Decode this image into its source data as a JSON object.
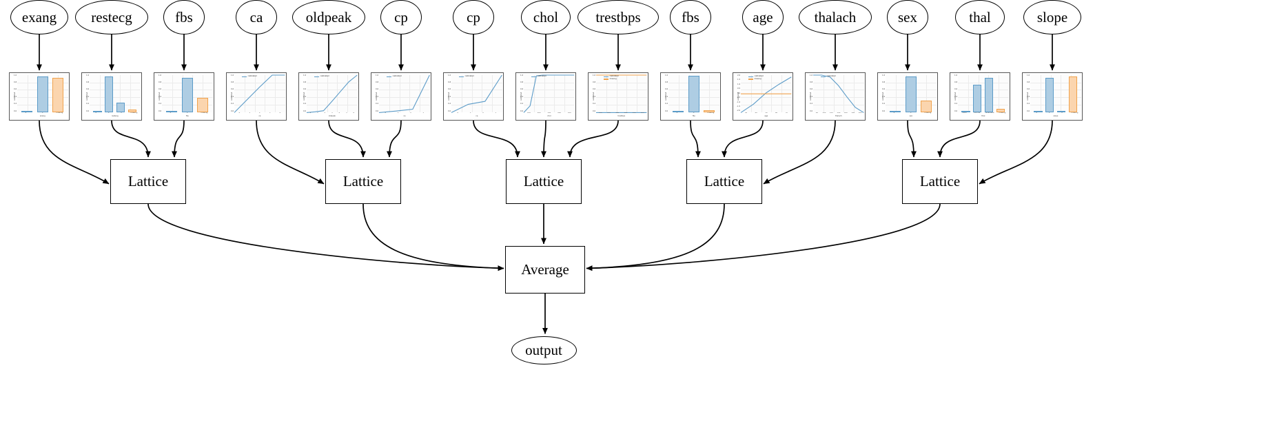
{
  "diagram": {
    "type": "calibrated-lattice-model-graph",
    "output_node": {
      "label": "output",
      "shape": "ellipse"
    },
    "aggregate_node": {
      "label": "Average",
      "shape": "box"
    },
    "lattice_label": "Lattice",
    "lattice_count": 5,
    "feature_count": 15,
    "colors": {
      "calibrated_line": "#5b9bc8",
      "calibrated_fill": "#aecde3",
      "missing_line": "#f0a24c",
      "missing_fill": "#fbd5ae",
      "node_stroke": "#000000",
      "plot_border": "#555555",
      "grid": "#ebebeb",
      "background": "#ffffff"
    },
    "legend_labels": {
      "calibrated": "calibrated",
      "missing": "missing"
    }
  },
  "features": [
    {
      "name": "exang",
      "lattice": 0,
      "ylabel": "calibrated",
      "xlabel": "exang",
      "yticks": [
        "1.0",
        "0.8",
        "0.6",
        "0.4",
        "0.2",
        "0.0"
      ],
      "xticks": [
        "0",
        "1",
        "missing"
      ],
      "chart_data": {
        "type": "bar",
        "categories": [
          "0",
          "1",
          "missing"
        ],
        "values": [
          0.0,
          0.96,
          0.92
        ],
        "series_kind": [
          "cal",
          "cal",
          "miss"
        ],
        "ylim": [
          0,
          1
        ]
      }
    },
    {
      "name": "restecg",
      "lattice": 0,
      "ylabel": "calibrated",
      "xlabel": "restecg",
      "yticks": [
        "1.0",
        "0.8",
        "0.6",
        "0.4",
        "0.2",
        "0.0"
      ],
      "xticks": [
        "0",
        "1",
        "2",
        "missing"
      ],
      "chart_data": {
        "type": "bar",
        "categories": [
          "0",
          "1",
          "2",
          "missing"
        ],
        "values": [
          0.0,
          0.95,
          0.26,
          0.07
        ],
        "series_kind": [
          "cal",
          "cal",
          "cal",
          "miss"
        ],
        "ylim": [
          0,
          1
        ]
      }
    },
    {
      "name": "fbs",
      "lattice": 0,
      "ylabel": "calibrated",
      "xlabel": "fbs",
      "yticks": [
        "1.0",
        "0.8",
        "0.6",
        "0.4",
        "0.2",
        "0.0"
      ],
      "xticks": [
        "0",
        "1",
        "missing"
      ],
      "chart_data": {
        "type": "bar",
        "categories": [
          "0",
          "1",
          "missing"
        ],
        "values": [
          0.02,
          0.93,
          0.38
        ],
        "series_kind": [
          "cal",
          "cal",
          "miss"
        ],
        "ylim": [
          0,
          1
        ]
      }
    },
    {
      "name": "ca",
      "lattice": 1,
      "ylabel": "calibrated",
      "xlabel": "ca",
      "yticks": [
        "1.0",
        "0.8",
        "0.6",
        "0.4",
        "0.2",
        "0.0"
      ],
      "xticks": [
        "0",
        "1",
        "2",
        "3",
        "4"
      ],
      "legend": [
        "calibrated"
      ],
      "chart_data": {
        "type": "line",
        "x": [
          0,
          1,
          2,
          3,
          4
        ],
        "series": [
          {
            "name": "calibrated",
            "values": [
              0.0,
              0.34,
              0.68,
              1.0,
              1.0
            ]
          }
        ],
        "ylim": [
          0,
          1
        ]
      }
    },
    {
      "name": "oldpeak",
      "lattice": 1,
      "ylabel": "calibrated",
      "xlabel": "oldpeak",
      "yticks": [
        "1.0",
        "0.8",
        "0.6",
        "0.4",
        "0.2",
        "0.0"
      ],
      "xticks": [
        "0",
        "1",
        "2",
        "3",
        "4",
        "5",
        "6"
      ],
      "legend": [
        "calibrated"
      ],
      "chart_data": {
        "type": "line",
        "x": [
          0,
          1,
          2,
          3,
          4,
          5,
          6
        ],
        "series": [
          {
            "name": "calibrated",
            "values": [
              0.0,
              0.02,
              0.05,
              0.3,
              0.56,
              0.82,
              1.0
            ]
          }
        ],
        "ylim": [
          0,
          1
        ]
      }
    },
    {
      "name": "cp",
      "lattice": 1,
      "ylabel": "calibrated",
      "xlabel": "cp",
      "yticks": [
        "1.0",
        "0.8",
        "0.6",
        "0.4",
        "0.2",
        "0.0"
      ],
      "xticks": [
        "0",
        "1",
        "2",
        "3"
      ],
      "legend": [
        "calibrated"
      ],
      "chart_data": {
        "type": "line",
        "x": [
          0,
          1,
          2,
          3
        ],
        "series": [
          {
            "name": "calibrated",
            "values": [
              0.0,
              0.04,
              0.09,
              1.0
            ]
          }
        ],
        "ylim": [
          0,
          1
        ]
      }
    },
    {
      "name": "cp",
      "lattice": 2,
      "ylabel": "calibrated",
      "xlabel": "cp",
      "yticks": [
        "1.0",
        "0.8",
        "0.6",
        "0.4",
        "0.2",
        "0.0"
      ],
      "xticks": [
        "0",
        "1",
        "2",
        "3"
      ],
      "legend": [
        "calibrated"
      ],
      "chart_data": {
        "type": "line",
        "x": [
          0,
          1,
          2,
          3
        ],
        "series": [
          {
            "name": "calibrated",
            "values": [
              0.0,
              0.22,
              0.3,
              1.0
            ]
          }
        ],
        "ylim": [
          0,
          1
        ]
      }
    },
    {
      "name": "chol",
      "lattice": 2,
      "ylabel": "calibrated",
      "xlabel": "chol",
      "yticks": [
        "1.0",
        "0.8",
        "0.6",
        "0.4",
        "0.2",
        "0.0"
      ],
      "xticks": [
        "100",
        "200",
        "300",
        "400",
        "500"
      ],
      "legend": [
        "calibrated"
      ],
      "chart_data": {
        "type": "line",
        "x": [
          100,
          150,
          200,
          250,
          300,
          400,
          500
        ],
        "series": [
          {
            "name": "calibrated",
            "values": [
              0.0,
              0.18,
              0.98,
              1.0,
              1.0,
              1.0,
              1.0
            ]
          }
        ],
        "ylim": [
          0,
          1
        ]
      }
    },
    {
      "name": "trestbps",
      "lattice": 2,
      "ylabel": "calibrated",
      "xlabel": "trestbps",
      "yticks": [
        "1.0",
        "0.8",
        "0.6",
        "0.4",
        "0.2",
        "0.0"
      ],
      "xticks": [
        "100",
        "120",
        "140",
        "160",
        "180",
        "200"
      ],
      "legend": [
        "calibrated",
        "missing"
      ],
      "chart_data": {
        "type": "line",
        "x": [
          100,
          120,
          140,
          160,
          180,
          200
        ],
        "series": [
          {
            "name": "calibrated",
            "values": [
              0.0,
              0.0,
              0.0,
              0.0,
              0.0,
              0.0
            ]
          },
          {
            "name": "missing",
            "values": [
              1.0,
              1.0,
              1.0,
              1.0,
              1.0,
              1.0
            ]
          }
        ],
        "ylim": [
          0,
          1
        ]
      }
    },
    {
      "name": "fbs",
      "lattice": 3,
      "ylabel": "calibrated",
      "xlabel": "fbs",
      "yticks": [
        "1.0",
        "0.8",
        "0.6",
        "0.4",
        "0.2",
        "0.0"
      ],
      "xticks": [
        "0",
        "1",
        "missing"
      ],
      "chart_data": {
        "type": "bar",
        "categories": [
          "0",
          "1",
          "missing"
        ],
        "values": [
          0.0,
          0.97,
          0.06
        ],
        "series_kind": [
          "cal",
          "cal",
          "miss"
        ],
        "ylim": [
          0,
          1
        ]
      }
    },
    {
      "name": "age",
      "lattice": 3,
      "ylabel": "calibrated",
      "xlabel": "age",
      "yticks": [
        "2.0",
        "1.5",
        "1.0",
        "0.5",
        "0.0",
        "-0.5",
        "-1.0",
        "-1.5",
        "-2.0"
      ],
      "xticks": [
        "30",
        "40",
        "50",
        "60",
        "70"
      ],
      "legend": [
        "calibrated",
        "missing"
      ],
      "chart_data": {
        "type": "line",
        "x": [
          30,
          40,
          50,
          60,
          70
        ],
        "series": [
          {
            "name": "calibrated",
            "values": [
              -2.0,
              -1.1,
              0.1,
              1.0,
              1.8
            ]
          },
          {
            "name": "missing",
            "values": [
              0.0,
              0.0,
              0.0,
              0.0,
              0.0
            ]
          }
        ],
        "ylim": [
          -2,
          2
        ]
      }
    },
    {
      "name": "thalach",
      "lattice": 3,
      "ylabel": "calibrated",
      "xlabel": "thalach",
      "yticks": [
        "1.0",
        "0.8",
        "0.6",
        "0.4",
        "0.2",
        "0.0"
      ],
      "xticks": [
        "80",
        "100",
        "120",
        "140",
        "160",
        "180",
        "200"
      ],
      "legend": [
        "calibrated"
      ],
      "chart_data": {
        "type": "line",
        "x": [
          80,
          100,
          120,
          140,
          160,
          180,
          200
        ],
        "series": [
          {
            "name": "calibrated",
            "values": [
              1.0,
              1.0,
              0.95,
              0.72,
              0.42,
              0.14,
              0.0
            ]
          }
        ],
        "ylim": [
          0,
          1
        ]
      }
    },
    {
      "name": "sex",
      "lattice": 4,
      "ylabel": "calibrated",
      "xlabel": "sex",
      "yticks": [
        "1.0",
        "0.8",
        "0.6",
        "0.4",
        "0.2",
        "0.0"
      ],
      "xticks": [
        "0",
        "1",
        "missing"
      ],
      "chart_data": {
        "type": "bar",
        "categories": [
          "0",
          "1",
          "missing"
        ],
        "values": [
          0.0,
          0.95,
          0.32
        ],
        "series_kind": [
          "cal",
          "cal",
          "miss"
        ],
        "ylim": [
          0,
          1
        ]
      }
    },
    {
      "name": "thal",
      "lattice": 4,
      "ylabel": "calibrated",
      "xlabel": "thal",
      "yticks": [
        "1.0",
        "0.8",
        "0.6",
        "0.4",
        "0.2",
        "0.0"
      ],
      "xticks": [
        "fixed",
        "normal",
        "reversible",
        "missing"
      ],
      "chart_data": {
        "type": "bar",
        "categories": [
          "fixed",
          "normal",
          "reversible",
          "missing"
        ],
        "values": [
          0.0,
          0.74,
          0.92,
          0.09
        ],
        "series_kind": [
          "cal",
          "cal",
          "cal",
          "miss"
        ],
        "ylim": [
          0,
          1
        ]
      }
    },
    {
      "name": "slope",
      "lattice": 4,
      "ylabel": "calibrated",
      "xlabel": "slope",
      "yticks": [
        "1.0",
        "0.8",
        "0.6",
        "0.4",
        "0.2",
        "0.0"
      ],
      "xticks": [
        "0",
        "1",
        "2",
        "missing"
      ],
      "chart_data": {
        "type": "bar",
        "categories": [
          "0",
          "1",
          "2",
          "missing"
        ],
        "values": [
          0.0,
          0.93,
          0.0,
          0.95
        ],
        "series_kind": [
          "cal",
          "cal",
          "cal",
          "miss"
        ],
        "ylim": [
          0,
          1
        ]
      }
    }
  ]
}
